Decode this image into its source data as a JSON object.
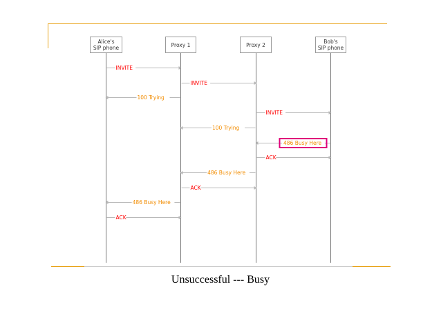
{
  "colors": {
    "accent_gold": "#e8a317",
    "lifeline": "#b8b8b8",
    "request_red": "#ff0000",
    "response_orange": "#f28c00",
    "highlight_box": "#e0007a"
  },
  "actors": [
    {
      "id": "alice",
      "label": "Alice's\nSIP phone"
    },
    {
      "id": "proxy1",
      "label": "Proxy 1"
    },
    {
      "id": "proxy2",
      "label": "Proxy 2"
    },
    {
      "id": "bob",
      "label": "Bob's\nSIP phone"
    }
  ],
  "messages": [
    {
      "from": "alice",
      "to": "proxy1",
      "label": "INVITE",
      "kind": "request"
    },
    {
      "from": "proxy1",
      "to": "proxy2",
      "label": "INVITE",
      "kind": "request"
    },
    {
      "from": "proxy1",
      "to": "alice",
      "label": "100 Trying",
      "kind": "response"
    },
    {
      "from": "proxy2",
      "to": "bob",
      "label": "INVITE",
      "kind": "request"
    },
    {
      "from": "proxy2",
      "to": "proxy1",
      "label": "100 Trying",
      "kind": "response"
    },
    {
      "from": "bob",
      "to": "proxy2",
      "label": "486 Busy Here",
      "kind": "response",
      "highlighted": true
    },
    {
      "from": "proxy2",
      "to": "bob",
      "label": "ACK",
      "kind": "request"
    },
    {
      "from": "proxy2",
      "to": "proxy1",
      "label": "486 Busy Here",
      "kind": "response"
    },
    {
      "from": "proxy1",
      "to": "proxy2",
      "label": "ACK",
      "kind": "request"
    },
    {
      "from": "proxy1",
      "to": "alice",
      "label": "486 Busy Here",
      "kind": "response"
    },
    {
      "from": "alice",
      "to": "proxy1",
      "label": "ACK",
      "kind": "request"
    }
  ],
  "caption": "Unsuccessful --- Busy"
}
